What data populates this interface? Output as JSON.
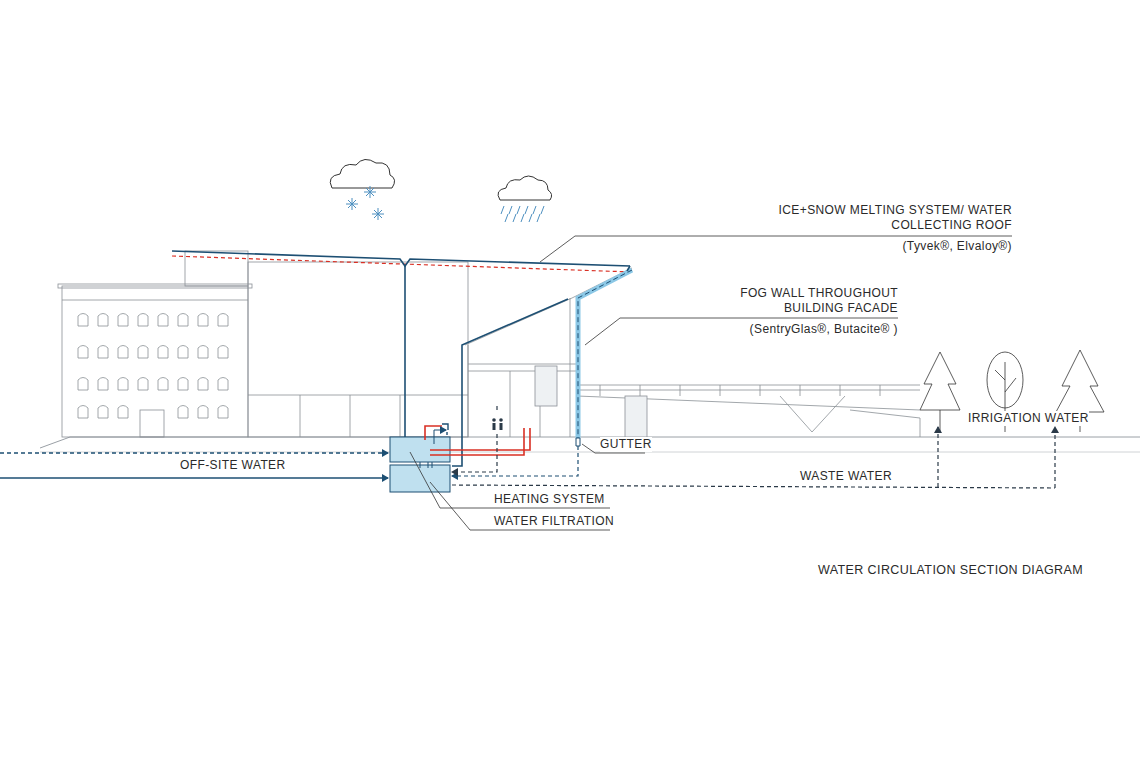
{
  "diagram": {
    "caption": "WATER CIRCULATION SECTION DIAGRAM",
    "labels": [
      "ICE+SNOW MELTING SYSTEM/ WATER COLLECTING ROOF",
      "(Tyvek®, Elvaloy®)",
      "FOG WALL THROUGHOUT BUILDING FACADE",
      "(SentryGlas®, Butacite® )",
      "GUTTER",
      "IRRIGATION WATER",
      "OFF-SITE WATER",
      "WASTE WATER",
      "HEATING SYSTEM",
      "WATER FILTRATION"
    ]
  }
}
